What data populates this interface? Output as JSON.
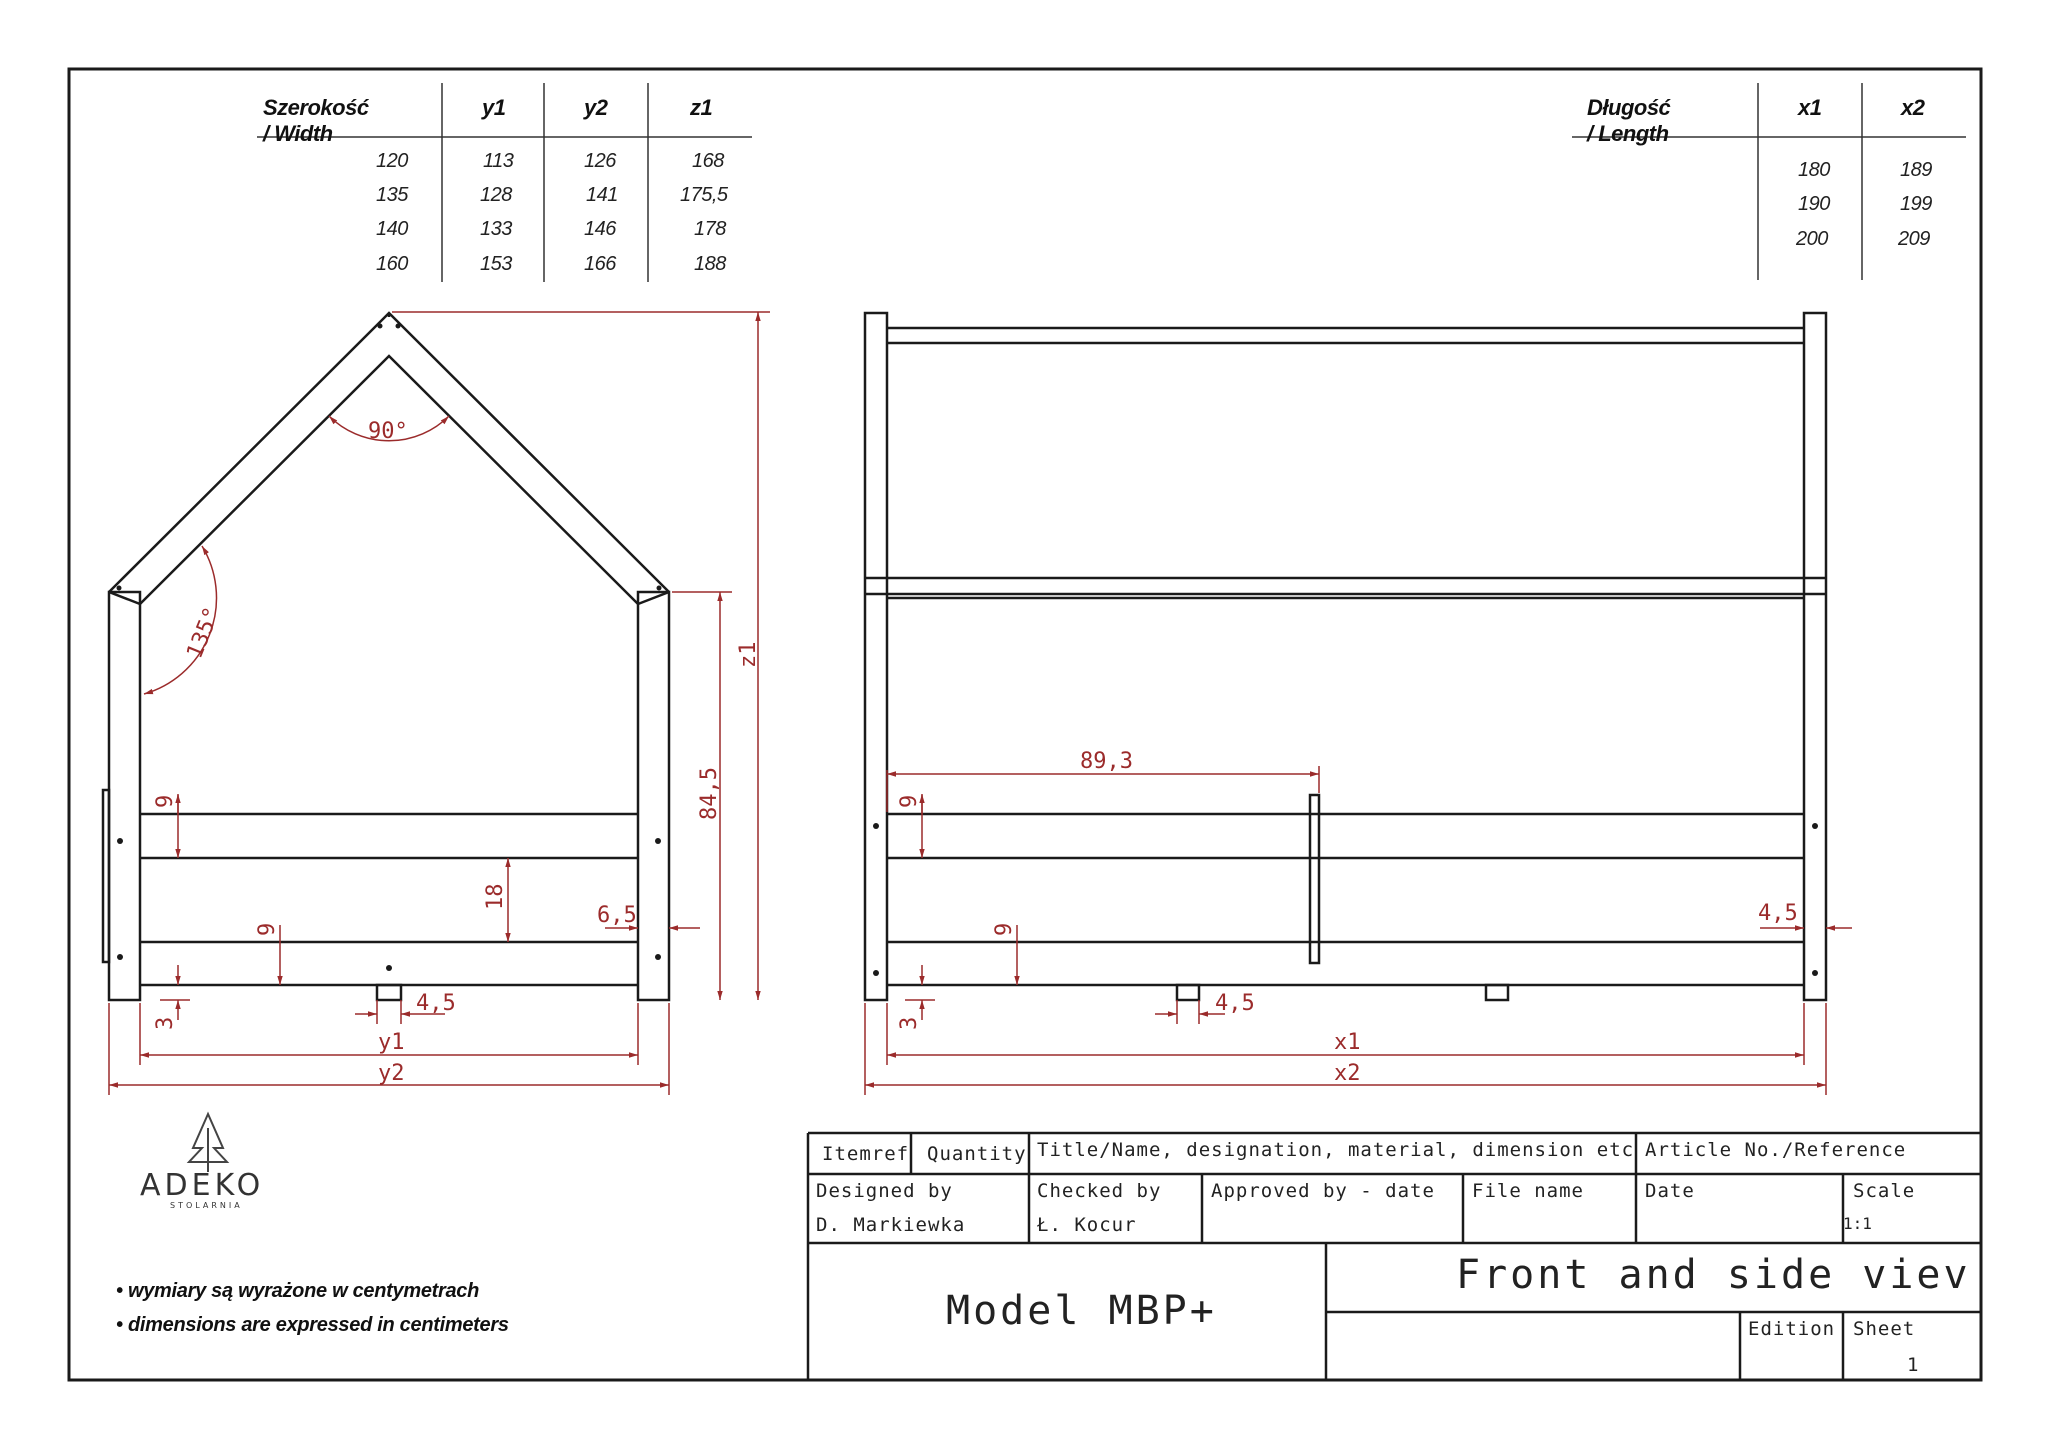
{
  "width_table": {
    "headers": [
      "Szerokość / Width",
      "y1",
      "y2",
      "z1"
    ],
    "rows": [
      [
        "120",
        "113",
        "126",
        "168"
      ],
      [
        "135",
        "128",
        "141",
        "175,5"
      ],
      [
        "140",
        "133",
        "146",
        "178"
      ],
      [
        "160",
        "153",
        "166",
        "188"
      ]
    ]
  },
  "length_table": {
    "headers": [
      "Długość / Length",
      "x1",
      "x2"
    ],
    "rows": [
      [
        "180",
        "189"
      ],
      [
        "190",
        "199"
      ],
      [
        "200",
        "209"
      ]
    ]
  },
  "front_view": {
    "roof_angle": "90°",
    "eave_angle": "135°",
    "dims": {
      "z1": "z1",
      "h845": "84,5",
      "h18": "18",
      "h9_top": "9",
      "h9_mid": "9",
      "h3": "3",
      "w65": "6,5",
      "w45": "4,5",
      "y1": "y1",
      "y2": "y2"
    }
  },
  "side_view": {
    "dims": {
      "w893": "89,3",
      "h9_top": "9",
      "h9_mid": "9",
      "h3": "3",
      "w45_right": "4,5",
      "w45_leg": "4,5",
      "x1": "x1",
      "x2": "x2"
    }
  },
  "logo": {
    "brand": "ADEKO",
    "sub": "STOLARNIA"
  },
  "notes": [
    "wymiary są wyrażone w centymetrach",
    "dimensions are expressed in centimeters"
  ],
  "title_block": {
    "itemref": "Itemref",
    "quantity": "Quantity",
    "title_label": "Title/Name, designation, material, dimension etc",
    "article_label": "Article No./Reference",
    "designed_by_label": "Designed by",
    "designed_by": "D. Markiewka",
    "checked_by_label": "Checked by",
    "checked_by": "Ł. Kocur",
    "approved_label": "Approved by - date",
    "file_name_label": "File name",
    "date_label": "Date",
    "scale_label": "Scale",
    "scale": "1:1",
    "model": "Model MBP+",
    "view_title": "Front and side viev",
    "edition_label": "Edition",
    "sheet_label": "Sheet",
    "sheet": "1"
  },
  "colors": {
    "line": "#1a1a1a",
    "dimension": "#9b2b2b"
  }
}
